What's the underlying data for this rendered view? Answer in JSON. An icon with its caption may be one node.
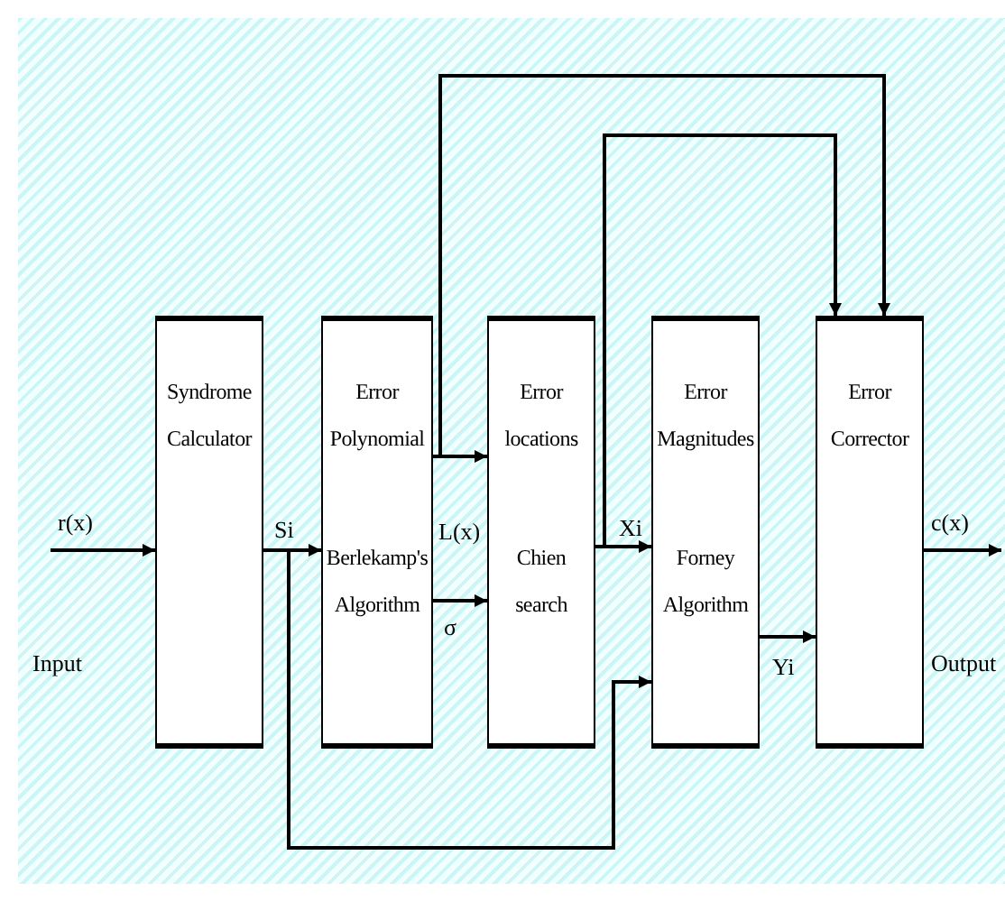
{
  "diagram": {
    "nodes": [
      {
        "text": [
          "Syndrome Calculator"
        ]
      },
      {
        "text": [
          "Error Polynomial",
          "Berlekamp's Algorithm"
        ]
      },
      {
        "text": [
          "Error locations",
          "Chien search"
        ]
      },
      {
        "text": [
          "Error Magnitudes",
          "Forney Algorithm"
        ]
      },
      {
        "text": [
          "Error Corrector"
        ]
      }
    ],
    "edges": [
      {
        "from": null,
        "to": 0,
        "arrow": "to",
        "label": "r(x)"
      },
      {
        "from": 0,
        "to": 1,
        "arrow": "to",
        "label": "Si"
      },
      {
        "from": 0,
        "to": 3,
        "arrow": "to"
      },
      {
        "from": 1,
        "to": 2,
        "arrow": "to",
        "label": "L(x)"
      },
      {
        "from": 1,
        "to": 2,
        "arrow": "to",
        "label": "σ"
      },
      {
        "from": 1,
        "to": 4,
        "arrow": "to"
      },
      {
        "from": 2,
        "to": 3,
        "arrow": "to",
        "label": "Xi"
      },
      {
        "from": 2,
        "to": 4,
        "arrow": "to"
      },
      {
        "from": 3,
        "to": 4,
        "arrow": "to",
        "label": "Yi"
      },
      {
        "from": 4,
        "to": null,
        "arrow": "to",
        "label": "c(x)"
      }
    ],
    "labels": [
      "Input",
      "Output"
    ]
  }
}
